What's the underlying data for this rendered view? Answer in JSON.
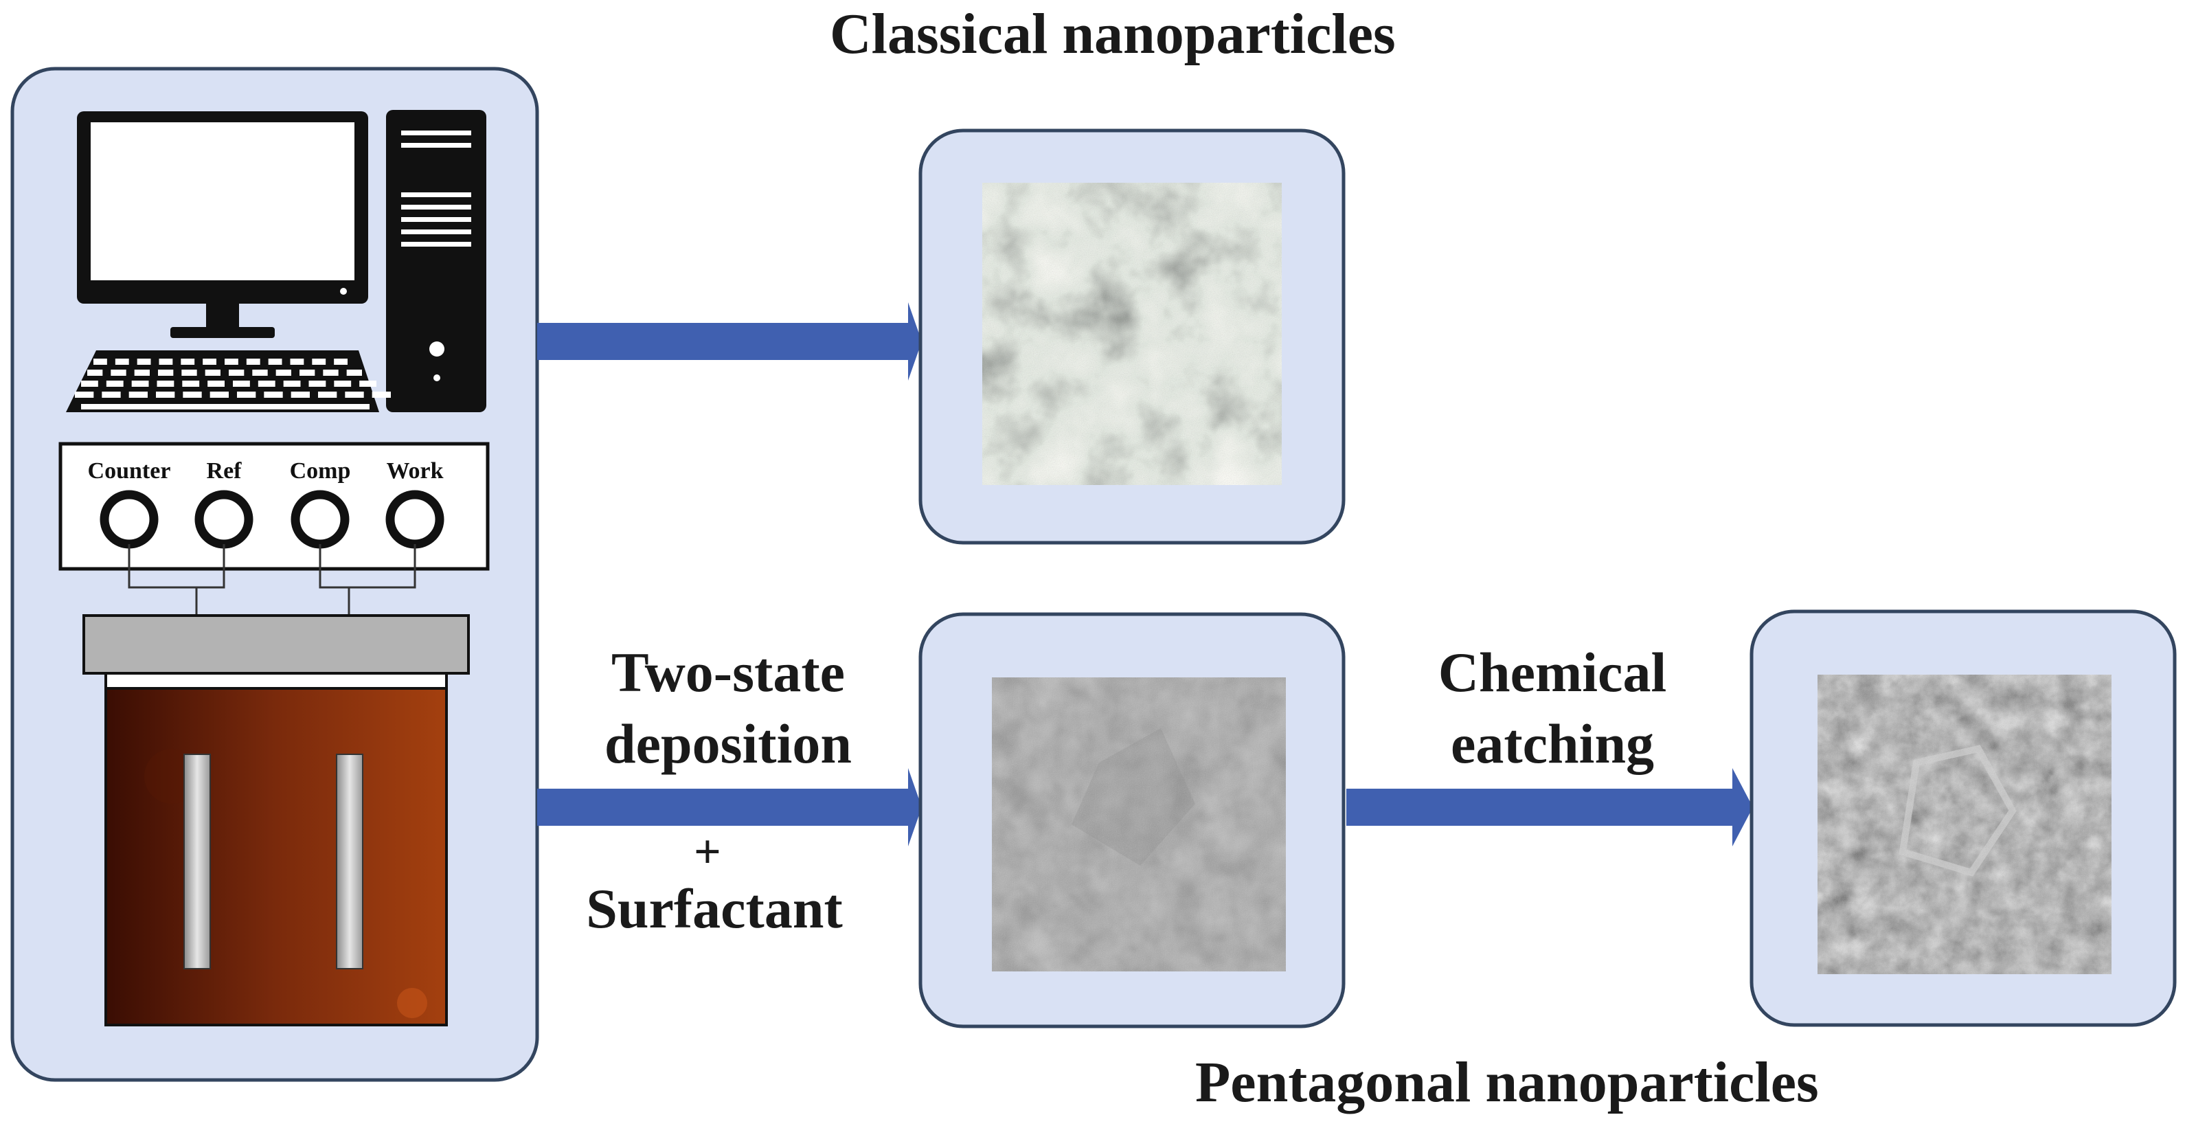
{
  "titles": {
    "classical": "Classical nanoparticles",
    "pentagonal": "Pentagonal nanoparticles"
  },
  "steps": {
    "deposition_line1": "Two-state",
    "deposition_line2": "deposition",
    "plus": "+",
    "surfactant": "Surfactant",
    "etching_line1": "Chemical",
    "etching_line2": "eatching"
  },
  "terminals": [
    "Counter",
    "Ref",
    "Comp",
    "Work"
  ],
  "colors": {
    "panel_fill": "#d9e1f4",
    "panel_stroke": "#33455f",
    "arrow": "#4060b0",
    "electrolyte": "#7a2a0c",
    "lid": "#b3b3b3"
  },
  "icons": [
    "monitor-icon",
    "tower-pc-icon",
    "keyboard-icon",
    "potentiostat-icon",
    "electrochemical-cell-icon"
  ]
}
